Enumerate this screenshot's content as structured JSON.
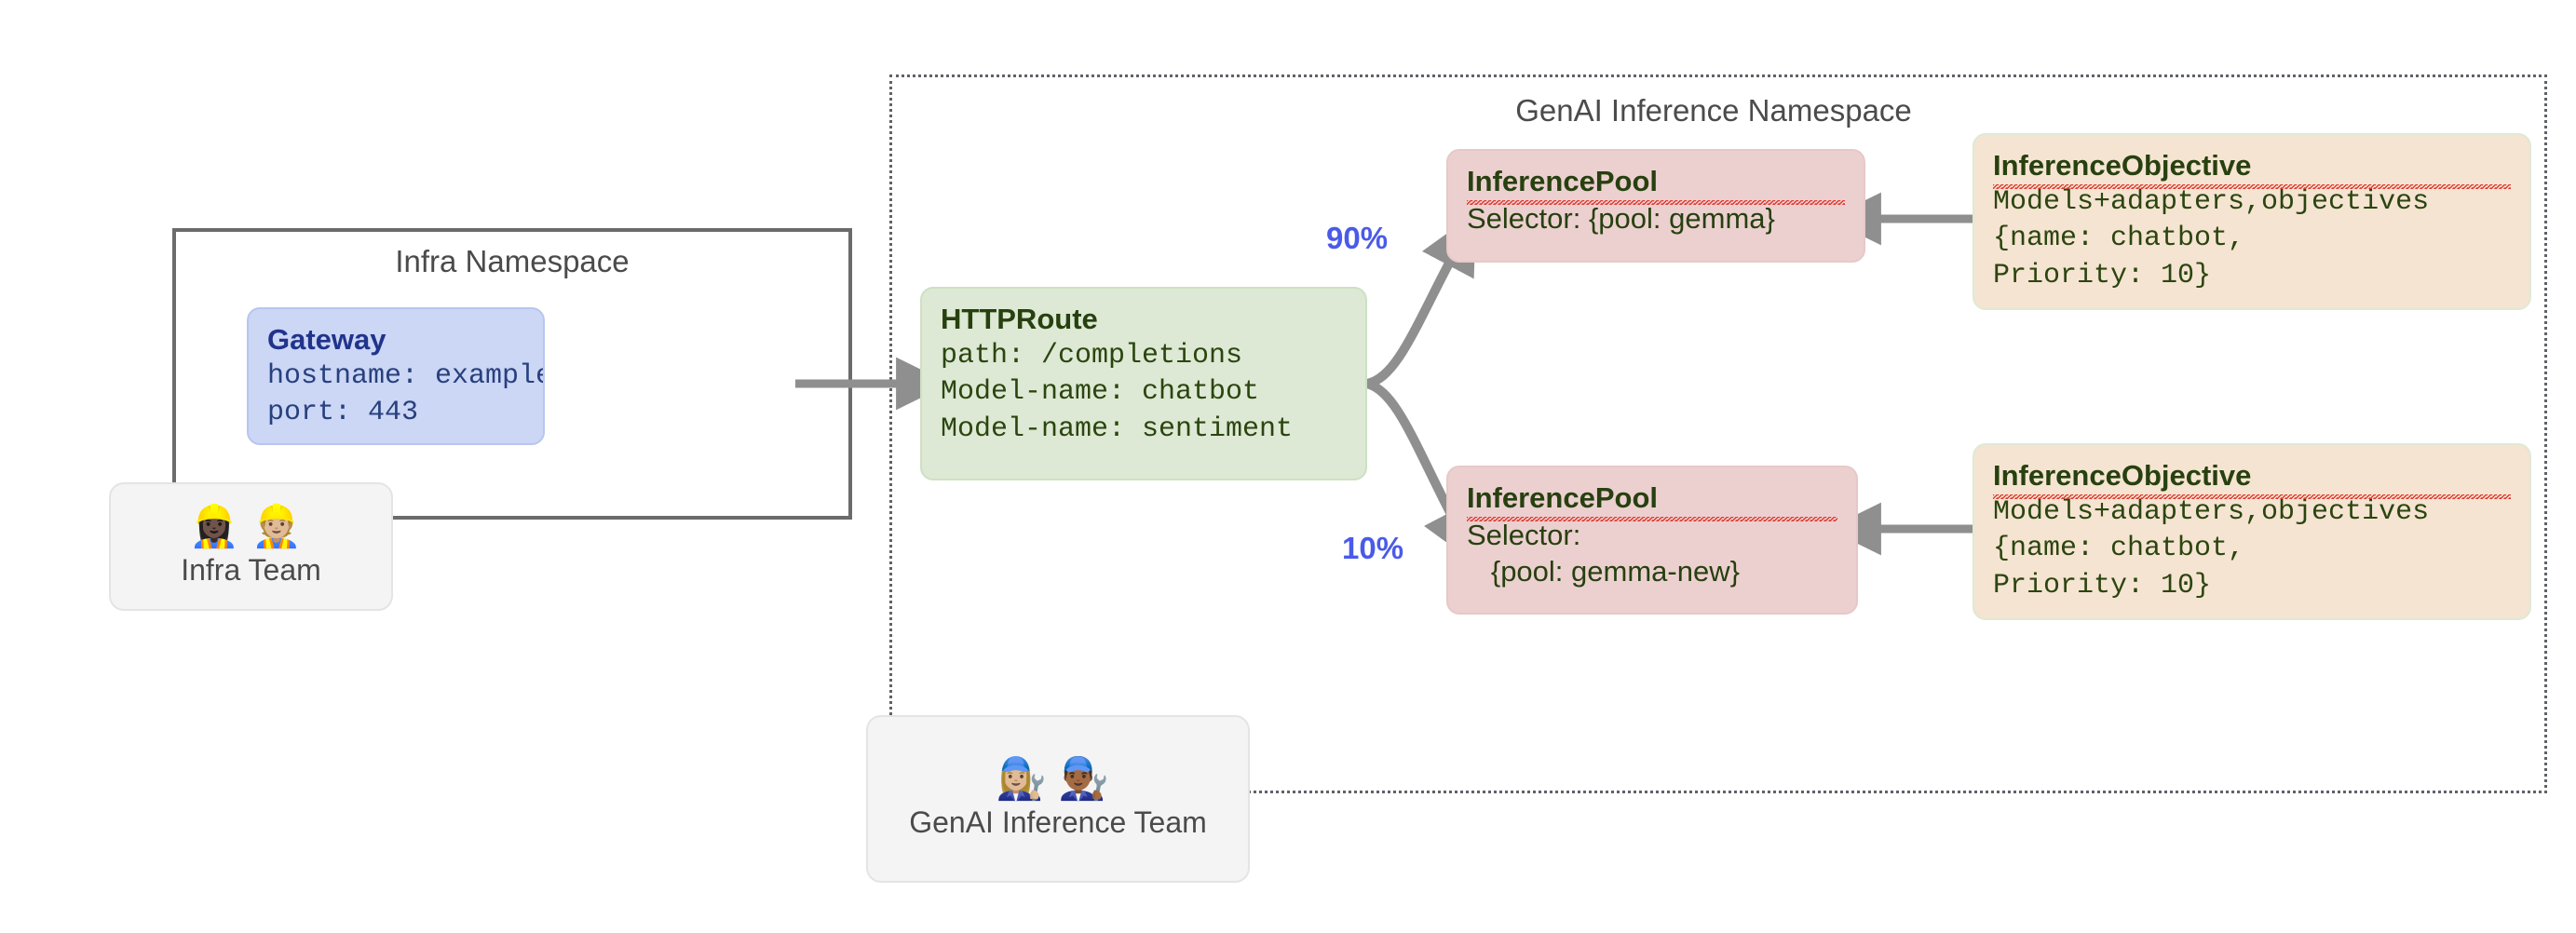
{
  "diagram": {
    "namespaces": [
      {
        "id": "infra",
        "title": "Infra Namespace",
        "style": "solid"
      },
      {
        "id": "genai",
        "title": "GenAI Inference Namespace",
        "style": "dotted"
      }
    ],
    "gateway": {
      "title": "Gateway",
      "lines": [
        "hostname: example.com",
        "port: 443"
      ]
    },
    "httproute": {
      "title": "HTTPRoute",
      "lines": [
        "path: /completions",
        "Model-name: chatbot",
        "Model-name: sentiment"
      ]
    },
    "pools": [
      {
        "title": "InferencePool",
        "lines": [
          "Selector: {pool: gemma}"
        ],
        "weight": "90%"
      },
      {
        "title": "InferencePool",
        "lines": [
          "Selector:",
          "   {pool: gemma-new}"
        ],
        "weight": "10%"
      }
    ],
    "objectives": [
      {
        "title": "InferenceObjective",
        "lines": [
          "Models+adapters,objectives",
          "{name: chatbot,",
          "Priority: 10}"
        ]
      },
      {
        "title": "InferenceObjective",
        "lines": [
          "Models+adapters,objectives",
          "{name: chatbot,",
          "Priority: 10}"
        ]
      }
    ],
    "teams": [
      {
        "id": "infra-team",
        "label": "Infra Team",
        "emojis": "👷🏿‍♀️👷🏼"
      },
      {
        "id": "genai-team",
        "label": "GenAI Inference Team",
        "emojis": "👩🏼‍🔧👨🏾‍🔧"
      }
    ],
    "colors": {
      "gateway_fill": "#ccd6f5",
      "httproute_fill": "#dde9d4",
      "pool_fill": "#ecd0d0",
      "objective_fill": "#f5e4d2",
      "team_fill": "#f4f4f4",
      "arrow": "#8f8f8f",
      "weight_text": "#4a5ae8",
      "namespace_border": "#5f6368"
    }
  }
}
